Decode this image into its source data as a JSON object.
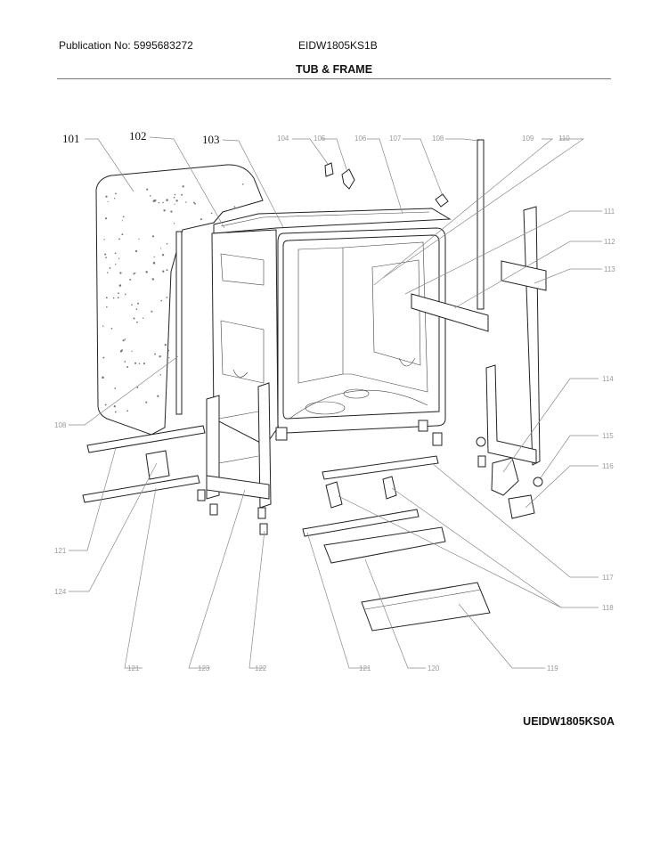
{
  "header": {
    "publication": "Publication No: 5995683272",
    "model": "EIDW1805KS1B",
    "title": "TUB & FRAME"
  },
  "footer": {
    "code": "UEIDW1805KS0A"
  },
  "callouts": {
    "c101": "101",
    "c102": "102",
    "c103": "103",
    "c104": "104",
    "c105": "105",
    "c106": "106",
    "c107": "107",
    "c108a": "108",
    "c108b": "108",
    "c109": "109",
    "c110": "110",
    "c111": "111",
    "c112": "112",
    "c113": "113",
    "c114": "114",
    "c115": "115",
    "c116": "116",
    "c117": "117",
    "c118": "118",
    "c119": "119",
    "c120": "120",
    "c121a": "121",
    "c121b": "121",
    "c121c": "121",
    "c122": "122",
    "c123": "123",
    "c124": "124"
  }
}
